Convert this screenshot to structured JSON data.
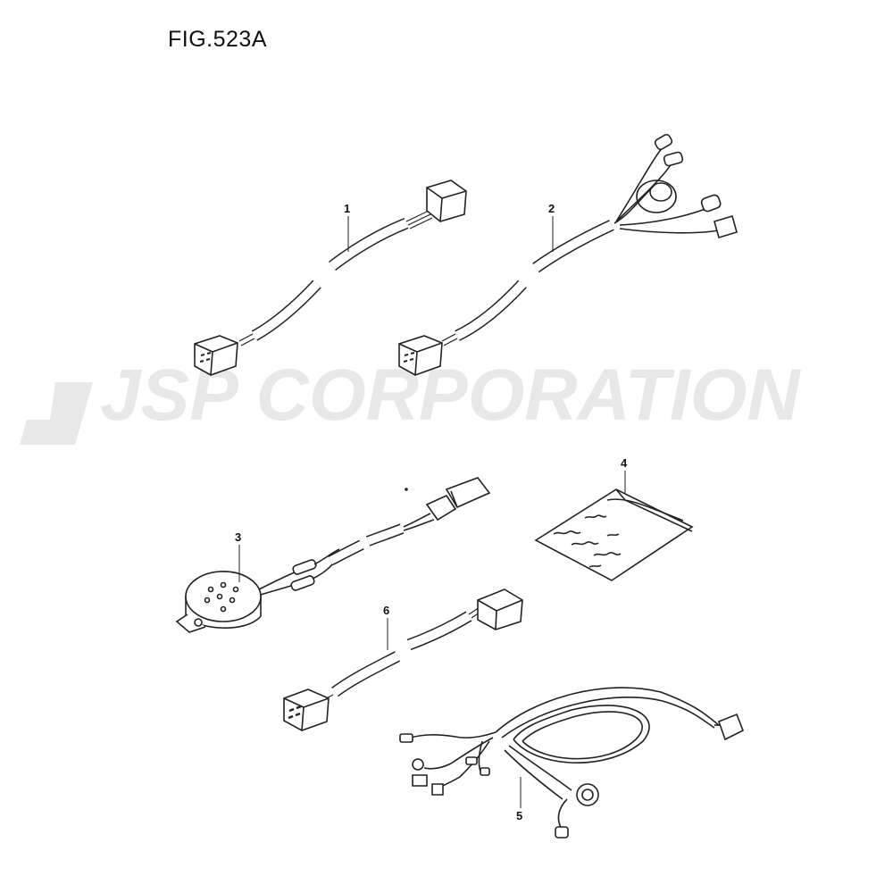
{
  "figure": {
    "title": "FIG.523A"
  },
  "watermark": {
    "text": "JSP CORPORATION",
    "color": "#e6e6e6"
  },
  "parts": [
    {
      "number": "1",
      "icon": "harness-extension-connector-icon"
    },
    {
      "number": "2",
      "icon": "harness-with-switch-icon"
    },
    {
      "number": "3",
      "icon": "buzzer-with-lead-icon"
    },
    {
      "number": "4",
      "icon": "parts-bag-icon"
    },
    {
      "number": "5",
      "icon": "main-wiring-harness-icon"
    },
    {
      "number": "6",
      "icon": "short-extension-harness-icon"
    }
  ]
}
